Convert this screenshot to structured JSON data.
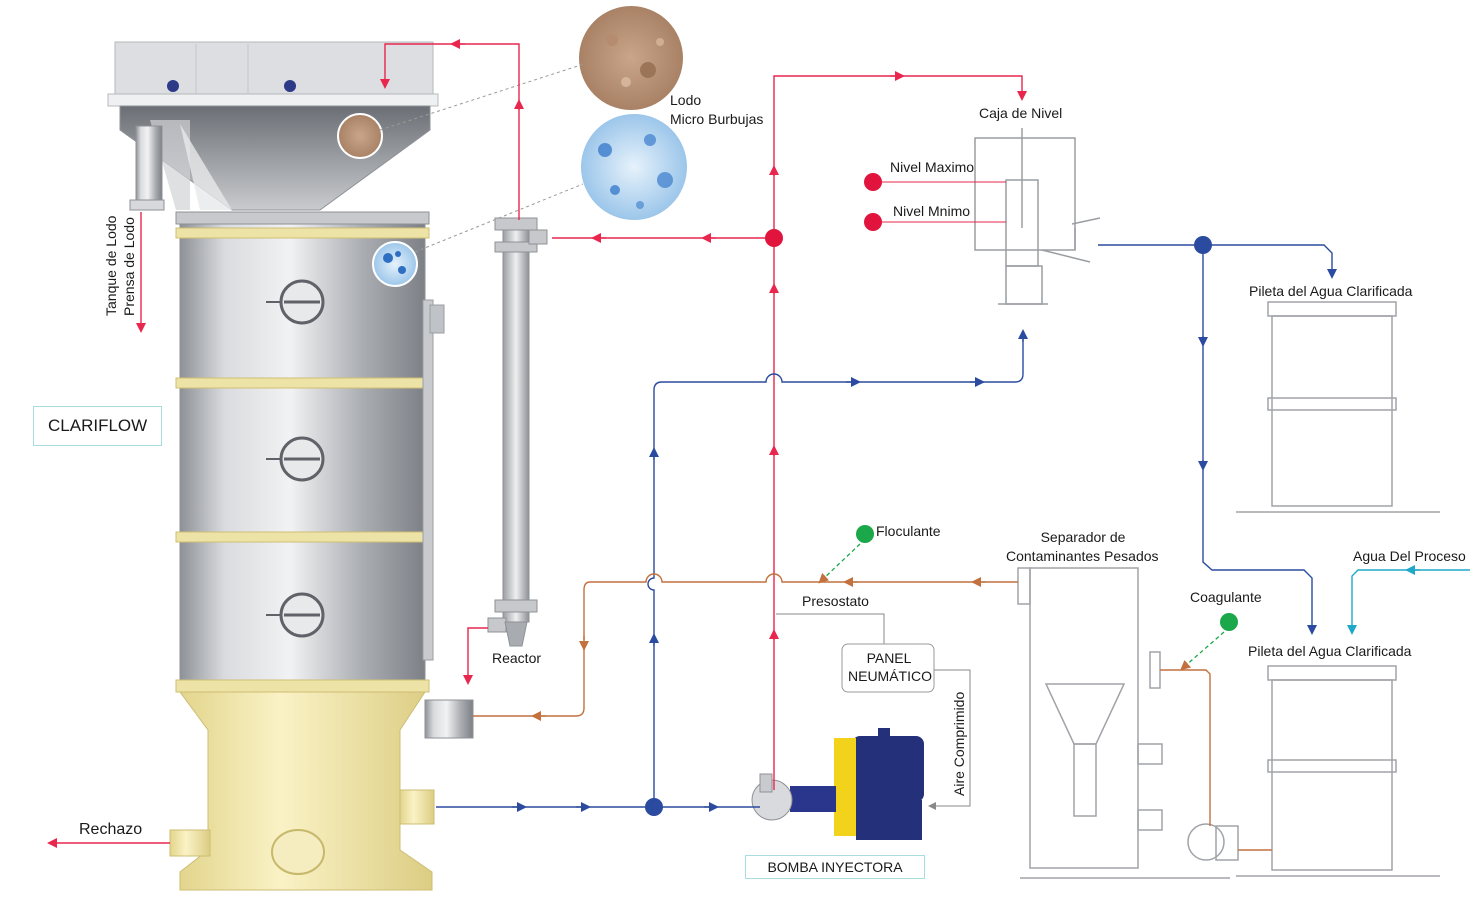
{
  "labels": {
    "tanque_de_lodo": "Tanque de Lodo",
    "prensa_de_lodo": "Prensa de Lodo",
    "lodo": "Lodo",
    "micro_burbujas": "Micro Burbujas",
    "caja_de_nivel": "Caja de Nivel",
    "nivel_maximo": "Nivel Maximo",
    "nivel_minimo": "Nivel Mnimo",
    "pileta_agua_clarificada_top": "Pileta del Agua Clarificada",
    "clariflow": "CLARIFLOW",
    "floculante": "Floculante",
    "separador_line1": "Separador de",
    "separador_line2": "Contaminantes Pesados",
    "agua_del_proceso": "Agua Del Proceso",
    "presostato": "Presostato",
    "coagulante": "Coagulante",
    "pileta_agua_clarificada_bottom": "Pileta del Agua Clarificada",
    "reactor": "Reactor",
    "panel_line1": "PANEL",
    "panel_line2": "NEUMÁTICO",
    "aire_comprimido": "Aire Comprimido",
    "rechazo": "Rechazo",
    "bomba_inyectora": "BOMBA INYECTORA"
  },
  "colors": {
    "sludge_line": "#e8264e",
    "water_line": "#2b4ba0",
    "chemical_line": "#c2713f",
    "process_water": "#1fa8c9",
    "floculante_dot": "#1aa84a",
    "level_dot": "#e0143c",
    "steel": "#b9bcc1",
    "base_yellow": "#f2e7a8",
    "pump_blue": "#24307a",
    "pump_yellow": "#f2d21a"
  }
}
